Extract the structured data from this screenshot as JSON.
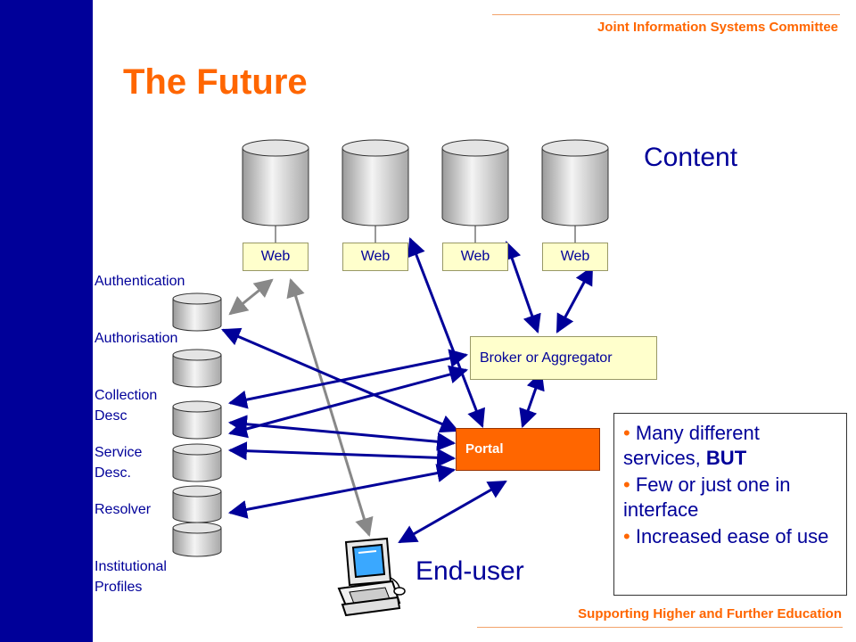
{
  "header": {
    "org": "Joint Information Systems Committee"
  },
  "footer": {
    "tagline": "Supporting Higher and Further Education"
  },
  "slide": {
    "title": "The Future"
  },
  "diagram": {
    "content_label": "Content",
    "web_labels": [
      "Web",
      "Web",
      "Web",
      "Web"
    ],
    "broker_label": "Broker or Aggregator",
    "portal_label": "Portal",
    "enduser_label": "End-user",
    "services": [
      "Authentication",
      "Authorisation",
      "Collection",
      "Desc",
      "Service",
      "Desc.",
      "Resolver",
      "Institutional",
      "Profiles"
    ]
  },
  "bullets": {
    "item1_a": "Many different services, ",
    "item1_b": "BUT",
    "item2": "Few or just one in interface",
    "item3": "Increased ease of use",
    "marker": "•"
  },
  "colors": {
    "band": "#000099",
    "accent": "#ff6600",
    "text": "#000099",
    "arrow": "#000099",
    "grey_arrow": "#888888",
    "box_fill": "#ffffcc"
  },
  "icons": {
    "enduser": "computer-user-icon",
    "database": "database-cylinder-icon"
  }
}
